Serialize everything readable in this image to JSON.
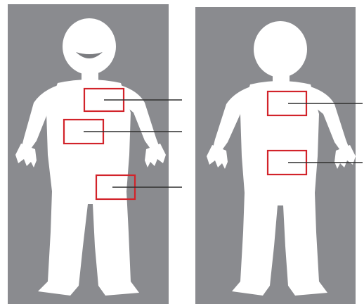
{
  "panels": [
    {
      "id": "left",
      "figure": "smiling-figure",
      "background_color": "#8a8b8f",
      "body_color": "#ffffff",
      "marker_color": "#d2232a",
      "markers": [
        {
          "name": "marker-upper-chest"
        },
        {
          "name": "marker-mid-chest"
        },
        {
          "name": "marker-lower-abdomen"
        }
      ]
    },
    {
      "id": "right",
      "figure": "plain-figure",
      "background_color": "#8a8b8f",
      "body_color": "#ffffff",
      "marker_color": "#d2232a",
      "markers": [
        {
          "name": "marker-chest"
        },
        {
          "name": "marker-abdomen"
        }
      ]
    }
  ],
  "callout_line_color": "#2f2f2f"
}
